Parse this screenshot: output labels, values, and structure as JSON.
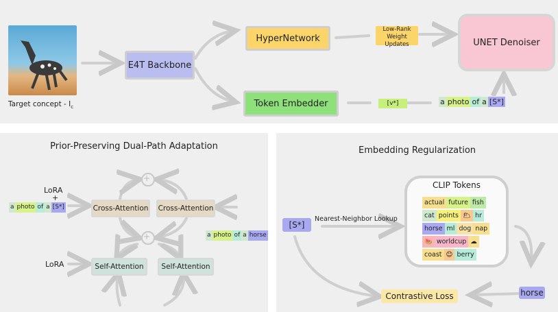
{
  "top": {
    "image_caption": "Target concept - I",
    "image_caption_sub": "c",
    "backbone": "E4T Backbone",
    "hypernetwork": "HyperNetwork",
    "token_embedder": "Token Embedder",
    "weight_updates_line1": "Low-Rank",
    "weight_updates_line2": "Weight Updates",
    "unet": "UNET Denoiser",
    "v_token": "[v*]",
    "prompt_tokens": [
      {
        "text": "a",
        "color": "#cfe8cf"
      },
      {
        "text": "photo",
        "color": "#d8f28a"
      },
      {
        "text": "of",
        "color": "#b7ecd9"
      },
      {
        "text": "a",
        "color": "#cfe8cf"
      },
      {
        "text": "[S*]",
        "color": "#a9a9f2"
      }
    ]
  },
  "bottom_left": {
    "title": "Prior-Preserving Dual-Path Adaptation",
    "lora_top": "LoRA",
    "plus": "+",
    "lora_bottom": "LoRA",
    "cross_attention_1": "Cross-Attention",
    "cross_attention_2": "Cross-Attention",
    "self_attention_1": "Self-Attention",
    "self_attention_2": "Self-Attention",
    "plus_node": "+",
    "prompt_s": [
      {
        "text": "a",
        "color": "#cfe8cf"
      },
      {
        "text": "photo",
        "color": "#d8f28a"
      },
      {
        "text": "of",
        "color": "#b7ecd9"
      },
      {
        "text": "a",
        "color": "#cfe8cf"
      },
      {
        "text": "[S*]",
        "color": "#a9a9f2"
      }
    ],
    "prompt_horse": [
      {
        "text": "a",
        "color": "#cfe8cf"
      },
      {
        "text": "photo",
        "color": "#d8f28a"
      },
      {
        "text": "of",
        "color": "#b7ecd9"
      },
      {
        "text": "a",
        "color": "#cfe8cf"
      },
      {
        "text": "horse",
        "color": "#a9a9f2"
      }
    ]
  },
  "bottom_right": {
    "title": "Embedding Regularization",
    "s_token": "[S*]",
    "nn_lookup": "Nearest-Neighbor Lookup",
    "clip_title": "CLIP Tokens",
    "clip_rows": [
      [
        {
          "text": "actual",
          "color": "#f7df8f"
        },
        {
          "text": "future",
          "color": "#d8f28a"
        },
        {
          "text": "fish",
          "color": "#bfe9a8"
        }
      ],
      [
        {
          "text": "cat",
          "color": "#cfe8cf"
        },
        {
          "text": "points",
          "color": "#f7f07a"
        },
        {
          "text": "🌥",
          "color": "#f7c98f"
        },
        {
          "text": "hr",
          "color": "#b7ecd9"
        }
      ],
      [
        {
          "text": "horse",
          "color": "#a9a9f2"
        },
        {
          "text": "ml",
          "color": "#b7ecd9"
        },
        {
          "text": "dog",
          "color": "#f7e3a8"
        },
        {
          "text": "nap",
          "color": "#f7df8f"
        }
      ],
      [
        {
          "text": "🍉",
          "color": "#ffb3b3"
        },
        {
          "text": "worldcup",
          "color": "#f7b7c9"
        },
        {
          "text": "☁",
          "color": "#f7df8f"
        }
      ],
      [
        {
          "text": "coast",
          "color": "#f7df8f"
        },
        {
          "text": "😊",
          "color": "#f7c98f"
        },
        {
          "text": "berry",
          "color": "#b7ecd9"
        }
      ]
    ],
    "contrastive_loss": "Contrastive Loss",
    "horse": "horse"
  },
  "colors": {
    "hypernetwork": "#fbd46a",
    "token_embedder": "#8ee07a",
    "backbone": "#b9bdf0",
    "unet": "#f9c6d4",
    "v_token": "#c6f07a",
    "s_token": "#a9a9f2",
    "cross_attention": "#e4d9c2",
    "self_attention": "#cfe3dc",
    "contrastive": "#fbe7a8"
  }
}
